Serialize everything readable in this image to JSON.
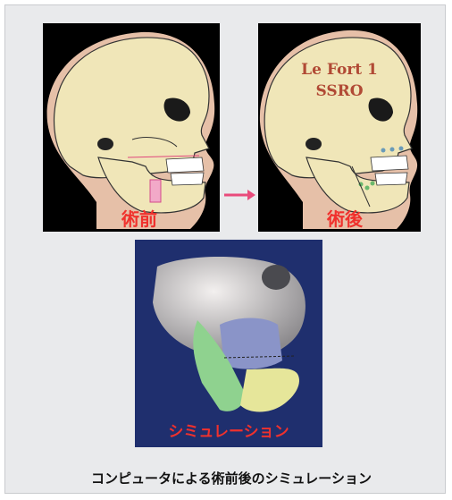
{
  "panels": {
    "preop": {
      "label": "術前"
    },
    "postop": {
      "label": "術後",
      "procedure_1": "Le Fort 1",
      "procedure_2": "SSRO"
    },
    "simulation": {
      "label": "シミュレーション"
    }
  },
  "caption": "コンピュータによる術前後のシミュレーション",
  "colors": {
    "card_bg": "#e9eaec",
    "skull": "#f0e6b8",
    "label_red": "#f0312d",
    "arrow_pink": "#e94b7b",
    "sim_bg": "#1f2f6e"
  }
}
